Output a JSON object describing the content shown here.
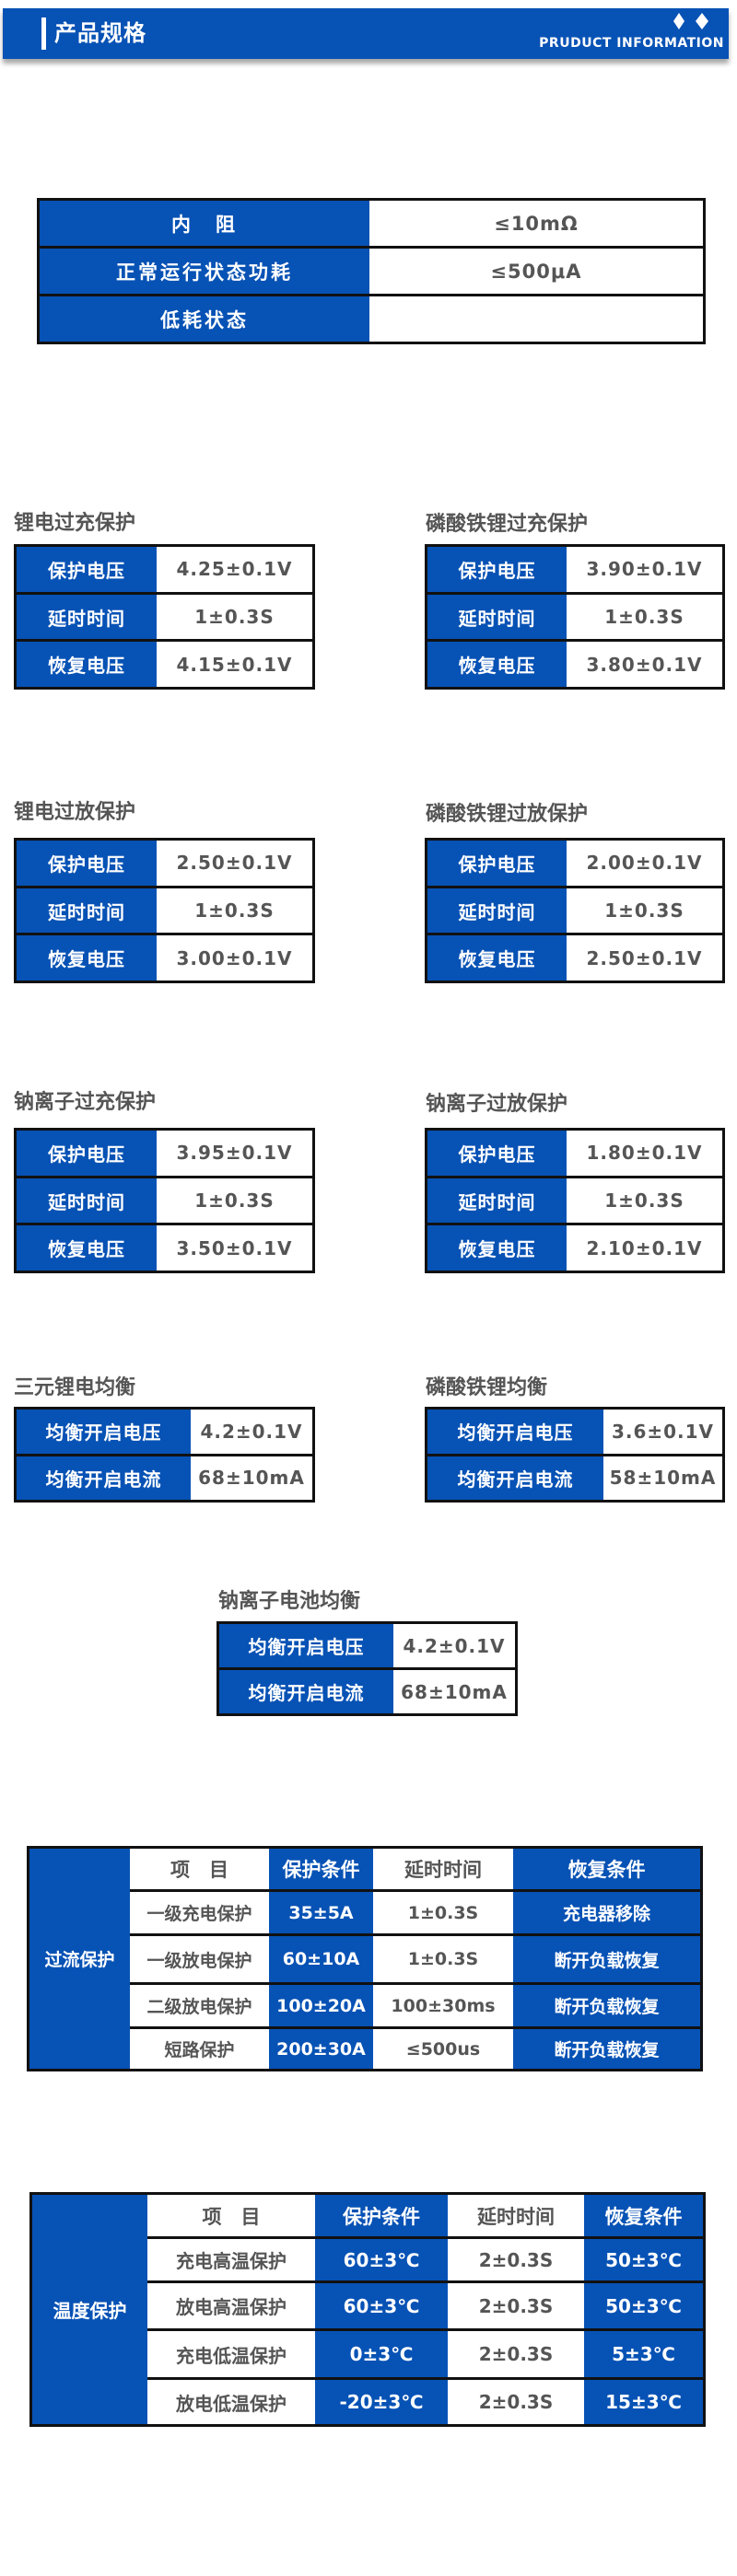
{
  "header": {
    "title": "产品规格",
    "subtitle": "PRUDUCT INFORMATION",
    "decoration_icon": "diamond-pair-icon"
  },
  "summary_table": {
    "rows": [
      {
        "label": "内　阻",
        "value": "≤10mΩ"
      },
      {
        "label": "正常运行状态功耗",
        "value": "≤500μA"
      },
      {
        "label": "低耗状态",
        "value": ""
      }
    ]
  },
  "protection_groups": [
    {
      "title": "锂电过充保护",
      "rows": [
        {
          "label": "保护电压",
          "value": "4.25±0.1V"
        },
        {
          "label": "延时时间",
          "value": "1±0.3S"
        },
        {
          "label": "恢复电压",
          "value": "4.15±0.1V"
        }
      ]
    },
    {
      "title": "磷酸铁锂过充保护",
      "rows": [
        {
          "label": "保护电压",
          "value": "3.90±0.1V"
        },
        {
          "label": "延时时间",
          "value": "1±0.3S"
        },
        {
          "label": "恢复电压",
          "value": "3.80±0.1V"
        }
      ]
    },
    {
      "title": "锂电过放保护",
      "rows": [
        {
          "label": "保护电压",
          "value": "2.50±0.1V"
        },
        {
          "label": "延时时间",
          "value": "1±0.3S"
        },
        {
          "label": "恢复电压",
          "value": "3.00±0.1V"
        }
      ]
    },
    {
      "title": "磷酸铁锂过放保护",
      "rows": [
        {
          "label": "保护电压",
          "value": "2.00±0.1V"
        },
        {
          "label": "延时时间",
          "value": "1±0.3S"
        },
        {
          "label": "恢复电压",
          "value": "2.50±0.1V"
        }
      ]
    },
    {
      "title": "钠离子过充保护",
      "rows": [
        {
          "label": "保护电压",
          "value": "3.95±0.1V"
        },
        {
          "label": "延时时间",
          "value": "1±0.3S"
        },
        {
          "label": "恢复电压",
          "value": "3.50±0.1V"
        }
      ]
    },
    {
      "title": "钠离子过放保护",
      "rows": [
        {
          "label": "保护电压",
          "value": "1.80±0.1V"
        },
        {
          "label": "延时时间",
          "value": "1±0.3S"
        },
        {
          "label": "恢复电压",
          "value": "2.10±0.1V"
        }
      ]
    }
  ],
  "balance_groups": [
    {
      "title": "三元锂电均衡",
      "rows": [
        {
          "label": "均衡开启电压",
          "value": "4.2±0.1V"
        },
        {
          "label": "均衡开启电流",
          "value": "68±10mA"
        }
      ]
    },
    {
      "title": "磷酸铁锂均衡",
      "rows": [
        {
          "label": "均衡开启电压",
          "value": "3.6±0.1V"
        },
        {
          "label": "均衡开启电流",
          "value": "58±10mA"
        }
      ]
    },
    {
      "title": "钠离子电池均衡",
      "rows": [
        {
          "label": "均衡开启电压",
          "value": "4.2±0.1V"
        },
        {
          "label": "均衡开启电流",
          "value": "68±10mA"
        }
      ]
    }
  ],
  "overcurrent_table": {
    "group_label": "过流保护",
    "headers": [
      "项　目",
      "保护条件",
      "延时时间",
      "恢复条件"
    ],
    "rows": [
      [
        "一级充电保护",
        "35±5A",
        "1±0.3S",
        "充电器移除"
      ],
      [
        "一级放电保护",
        "60±10A",
        "1±0.3S",
        "断开负载恢复"
      ],
      [
        "二级放电保护",
        "100±20A",
        "100±30ms",
        "断开负载恢复"
      ],
      [
        "短路保护",
        "200±30A",
        "≤500us",
        "断开负载恢复"
      ]
    ]
  },
  "temperature_table": {
    "group_label": "温度保护",
    "headers": [
      "项　目",
      "保护条件",
      "延时时间",
      "恢复条件"
    ],
    "rows": [
      [
        "充电高温保护",
        "60±3℃",
        "2±0.3S",
        "50±3℃"
      ],
      [
        "放电高温保护",
        "60±3℃",
        "2±0.3S",
        "50±3℃"
      ],
      [
        "充电低温保护",
        "0±3℃",
        "2±0.3S",
        "5±3℃"
      ],
      [
        "放电低温保护",
        "-20±3℃",
        "2±0.3S",
        "15±3℃"
      ]
    ]
  },
  "colors": {
    "brand_blue": "#0752b5",
    "text_gray": "#555555",
    "border": "#111111",
    "background": "#ffffff"
  }
}
